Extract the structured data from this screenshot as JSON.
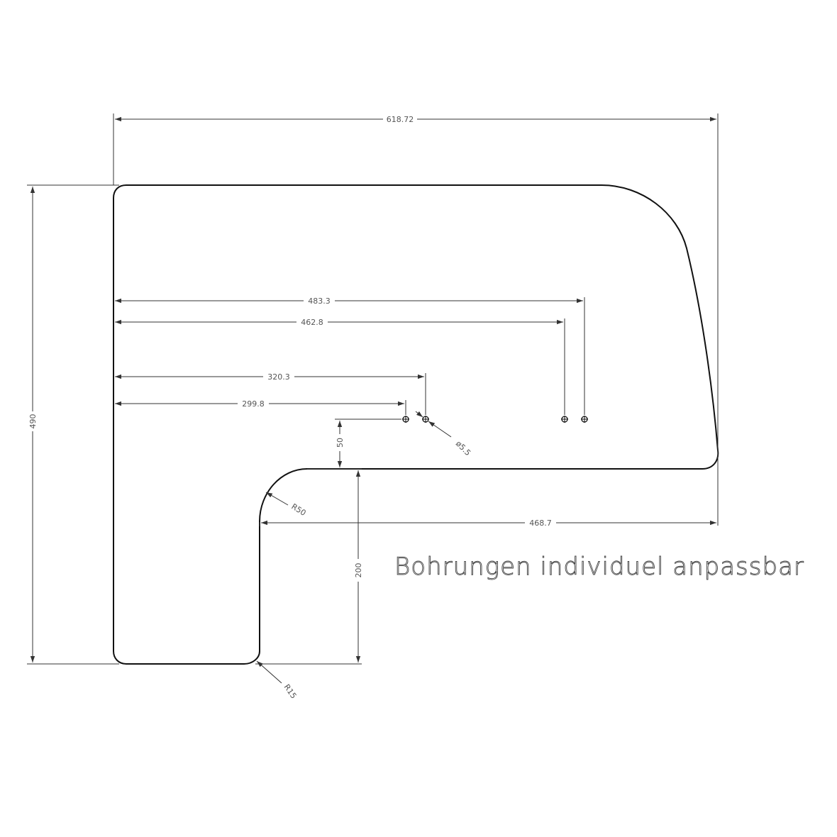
{
  "dimensions": {
    "overall_width": "618.72",
    "overall_height": "490",
    "hole_4": "483.3",
    "hole_3": "462.8",
    "hole_2": "320.3",
    "hole_1": "299.8",
    "hole_offset": "50",
    "hole_diameter": "ø5.5",
    "inner_radius": "R50",
    "upper_length": "468.7",
    "leg_depth": "200",
    "corner_radius": "R15"
  },
  "note": "Bohrungen individuel anpassbar"
}
